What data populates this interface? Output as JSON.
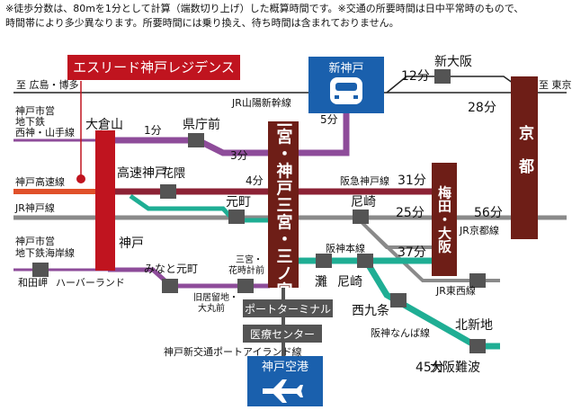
{
  "notes": [
    "※徒歩分数は、80mを1分として計算（端数切り上げ）した概算時間です。※交通の所要時間は日中平常時のもので、",
    "時間帯により多少異なります。所要時間には乗り換え、待ち時間は含まれておりません。"
  ],
  "property": "エスリード神戸レジデンス",
  "lines": {
    "sanyo_shinkansen": "JR山陽新幹線",
    "shiei_seishin": [
      "神戸市営",
      "地下鉄",
      "西神・山手線"
    ],
    "kobe_kosoku": "神戸高速線",
    "hankyu_kobe": "阪急神戸線",
    "jr_kobe": "JR神戸線",
    "shiei_kaigan": [
      "神戸市営",
      "地下鉄海岸線"
    ],
    "hanshin_honsen": "阪神本線",
    "jr_tozai": "JR東西線",
    "hanshin_namba": "阪神なんば線",
    "jr_kyoto": "JR京都線",
    "port_island": "神戸新交通ポートアイランド線",
    "hiroshima_hakata": "至 広島・博多",
    "tokyo": "至 東京"
  },
  "stations": {
    "shin_kobe": "新神戸",
    "shin_osaka": "新大阪",
    "kyoto": "京都",
    "okurayama": "大倉山",
    "kenchomae": "県庁前",
    "kosoku_kobe": "高速神戸",
    "hanakuma": "花隈",
    "sannomiya": "三宮・神戸三宮・三ノ宮",
    "umeda_osaka": "梅田・大阪",
    "motomachi": "元町",
    "amagasaki_jr": "尼崎",
    "kobe": "神戸",
    "wadamisaki": "和田岬",
    "harborland": "ハーバーランド",
    "minatomotomachi": "みなと元町",
    "kyukyoryuchi": [
      "旧居留地・",
      "大丸前"
    ],
    "hanadokeimae": [
      "三宮・",
      "花時計前"
    ],
    "nada": "灘",
    "amagasaki_hanshin": "尼崎",
    "nishikujo": "西九条",
    "kitashinchi": "北新地",
    "osaka_namba": "大阪難波",
    "port_terminal": "ポートターミナル",
    "iryo_center": "医療センター",
    "kobe_airport": "神戸空港"
  },
  "times": {
    "shinkobe_shinosaka": "12分",
    "shinosaka_kyoto": "28分",
    "okurayama_kenchomae": "1分",
    "kenchomae_sannomiya": "3分",
    "sannomiya_shinkobe": "5分",
    "kosoku_sannomiya": "4分",
    "hankyu_umeda": "31分",
    "jr_osaka": "25分",
    "jr_kyoto": "56分",
    "hanshin_umeda": "37分",
    "namba": "45分"
  },
  "colors": {
    "property_red": "#c0141f",
    "shiei_purple": "#8e4c9a",
    "kosoku_orange": "#e0502a",
    "hankyu_maroon": "#8c2235",
    "jr_gray": "#8a8a8a",
    "hanshin_teal": "#1fae94",
    "shinkansen_blue": "#1a60ad",
    "hub_brown": "#6e1e17",
    "station_gray": "#545454"
  }
}
